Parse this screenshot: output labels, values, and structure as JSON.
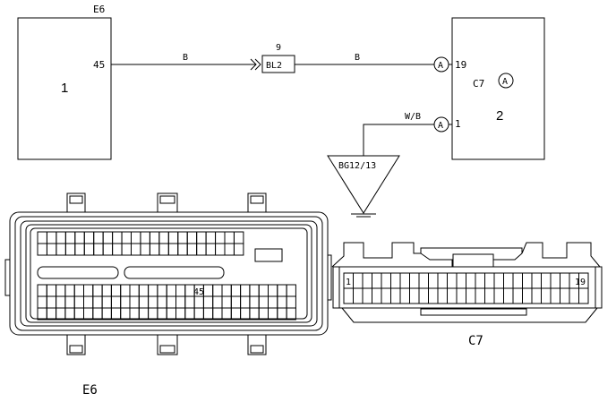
{
  "modules": {
    "left": {
      "name": "E6",
      "number": "1",
      "pin": "45"
    },
    "right": {
      "name": "C7",
      "number": "2",
      "pin_signal": "19",
      "pin_ground": "1",
      "circle_label": "A"
    }
  },
  "wires": {
    "signal_left_color": "B",
    "signal_right_color": "B",
    "ground_color": "W/B"
  },
  "connector_inline": {
    "pin": "9",
    "label": "BL2"
  },
  "ground": {
    "label": "BG12/13"
  },
  "pin_circle_label": "A",
  "connector_e6": {
    "label": "E6",
    "pin_marker": "45"
  },
  "connector_c7": {
    "label": "C7",
    "first_pin": "1",
    "last_pin": "19"
  }
}
